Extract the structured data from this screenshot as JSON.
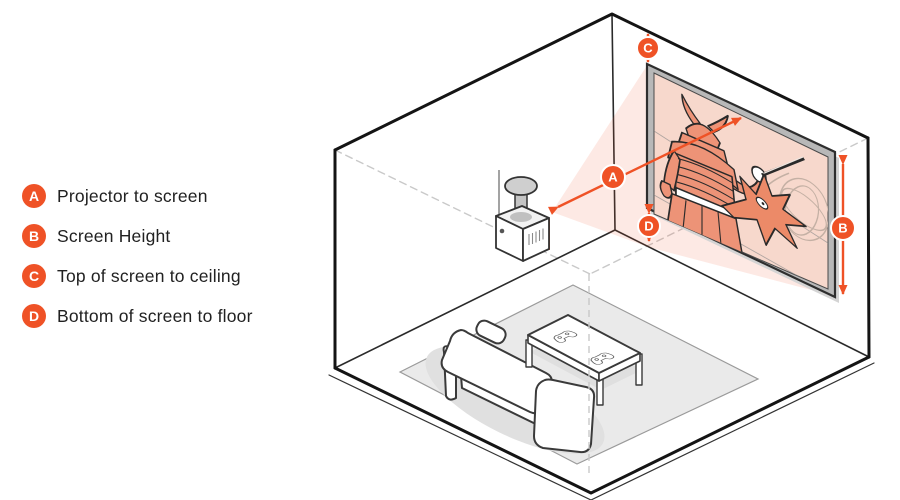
{
  "legend": {
    "items": [
      {
        "letter": "A",
        "label": "Projector to screen"
      },
      {
        "letter": "B",
        "label": "Screen Height"
      },
      {
        "letter": "C",
        "label": "Top of screen to ceiling"
      },
      {
        "letter": "D",
        "label": "Bottom of screen to floor"
      }
    ]
  },
  "diagram": {
    "badges": {
      "a": "A",
      "b": "B",
      "c": "C",
      "d": "D"
    },
    "meanings": {
      "A": "distance from projector lens to projection screen",
      "B": "height of the projection screen",
      "C": "gap between top of screen and ceiling",
      "D": "gap between bottom of screen and floor"
    },
    "scene_objects": [
      "ceiling-mounted projector",
      "projection screen showing samurai scene",
      "sofa",
      "coffee table",
      "two game controllers",
      "rug"
    ],
    "colors": {
      "accent_orange": "#EF5226",
      "beam_tint": "rgba(240,85,45,0.13)",
      "screen_image_bg": "#F7D8CC",
      "artwork_fill": "#ED9377",
      "screen_frame": "#B8B8B8",
      "rug_gray": "#EAEAEA",
      "room_line": "#141414",
      "hidden_edge_dash": "#C9C9C9"
    }
  }
}
